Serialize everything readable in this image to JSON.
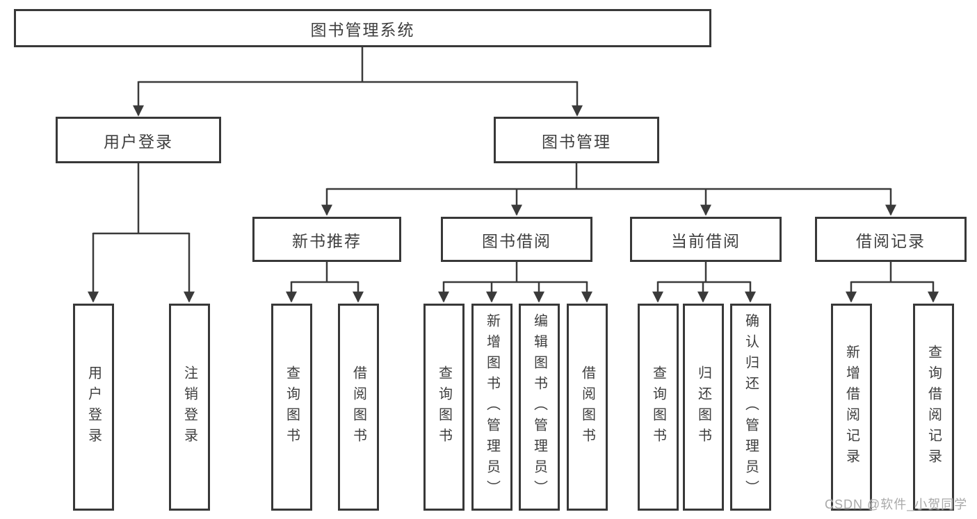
{
  "tree": {
    "label": "图书管理系统",
    "children": [
      {
        "label": "用户登录",
        "children": [
          {
            "label": "用户登录"
          },
          {
            "label": "注销登录"
          }
        ]
      },
      {
        "label": "图书管理",
        "children": [
          {
            "label": "新书推荐",
            "children": [
              {
                "label": "查询图书"
              },
              {
                "label": "借阅图书"
              }
            ]
          },
          {
            "label": "图书借阅",
            "children": [
              {
                "label": "查询图书"
              },
              {
                "label": "新增图书（管理员）"
              },
              {
                "label": "编辑图书（管理员）"
              },
              {
                "label": "借阅图书"
              }
            ]
          },
          {
            "label": "当前借阅",
            "children": [
              {
                "label": "查询图书"
              },
              {
                "label": "归还图书"
              },
              {
                "label": "确认归还（管理员）"
              }
            ]
          },
          {
            "label": "借阅记录",
            "children": [
              {
                "label": "新增借阅记录"
              },
              {
                "label": "查询借阅记录"
              }
            ]
          }
        ]
      }
    ]
  },
  "watermark": {
    "text": "CSDN @软件_小贺同学"
  },
  "colors": {
    "line": "#3a3a3a",
    "box_border": "#383838",
    "text": "#3e3e3e",
    "watermark": "#a9a9a9",
    "background": "#ffffff"
  }
}
